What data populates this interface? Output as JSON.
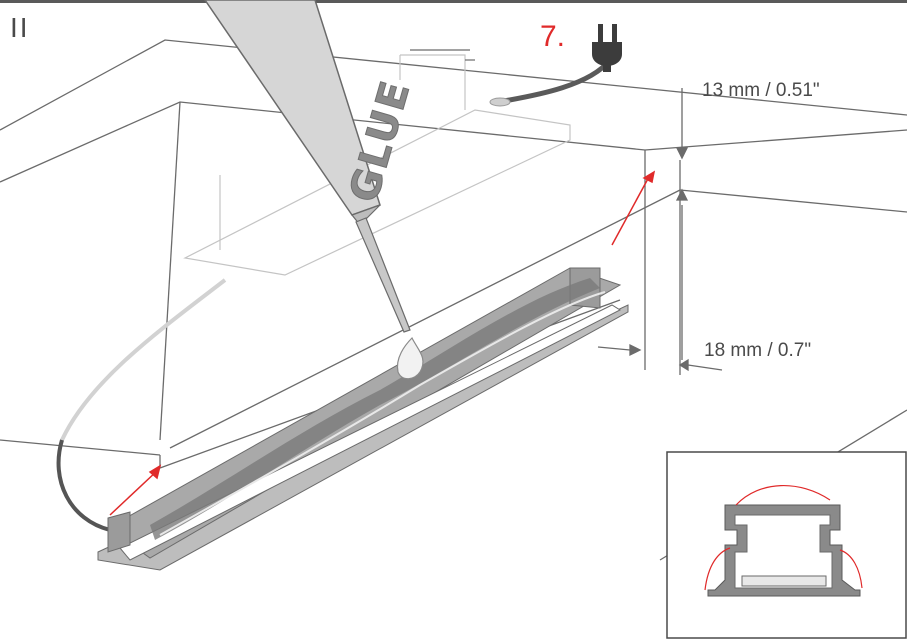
{
  "section_label": "II",
  "step_number": "7.",
  "glue_label": "GLUE",
  "dimensions": {
    "top": "13 mm / 0.51\"",
    "side": "18 mm / 0.7\""
  },
  "colors": {
    "line": "#6b6b6b",
    "accent_red": "#e02a2a",
    "profile_gray": "#8c8c8c",
    "tube_fill": "#d9d9d9"
  },
  "icons": [
    "plug-icon"
  ]
}
